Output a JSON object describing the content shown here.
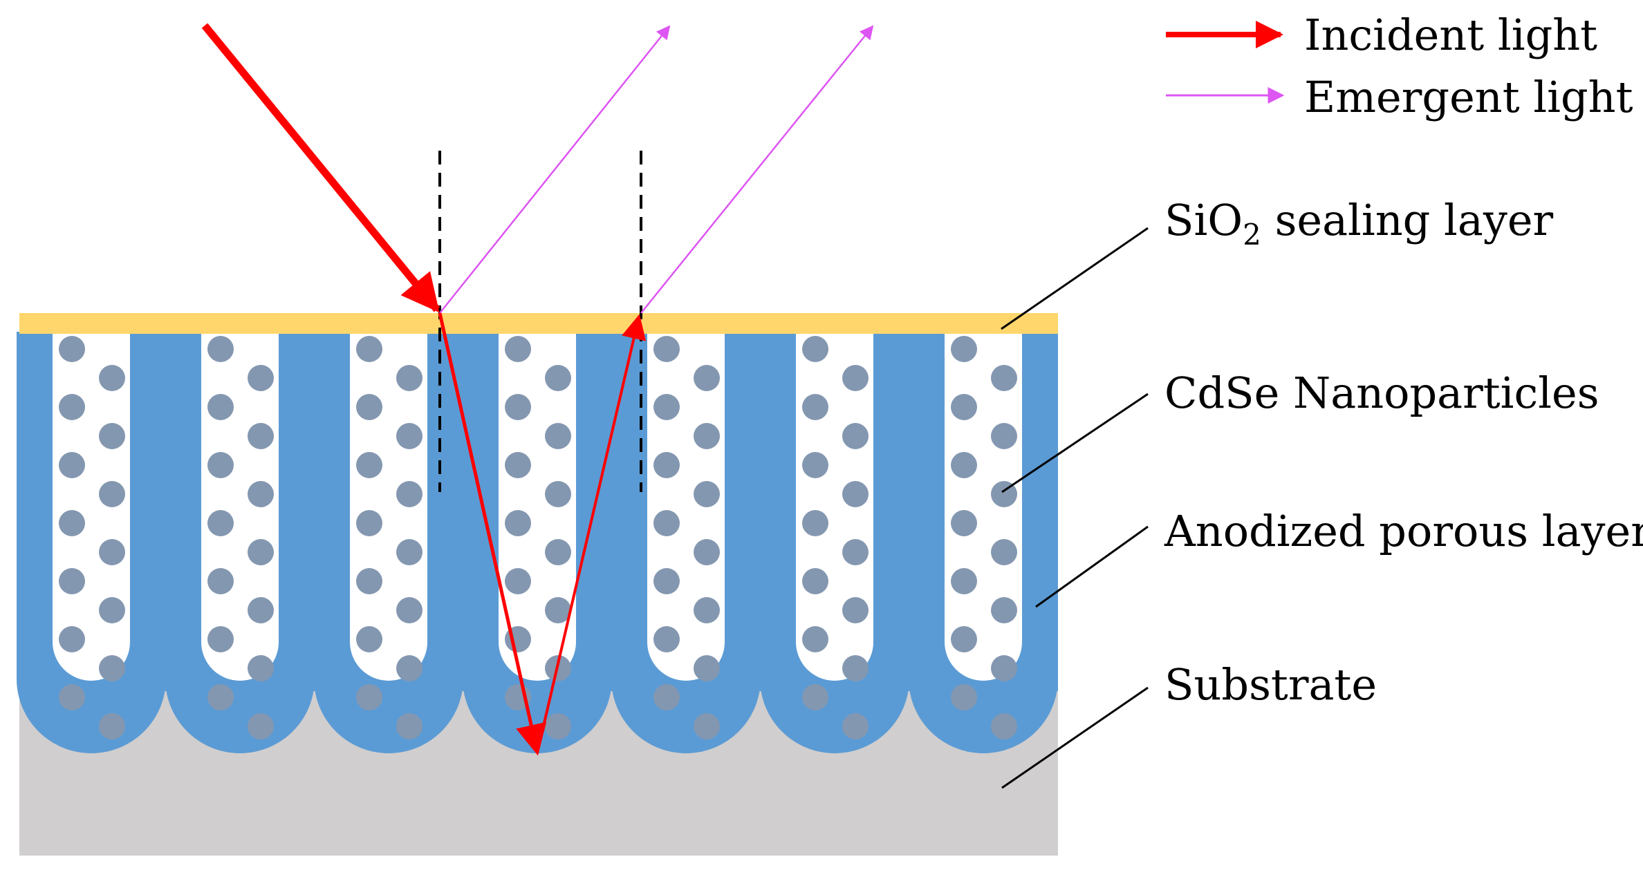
{
  "legend": {
    "incident_label": "Incident light",
    "emergent_label": "Emergent light"
  },
  "labels": {
    "sealing_prefix": "SiO",
    "sealing_subscript": "2",
    "sealing_suffix": " sealing layer",
    "nanoparticles": "CdSe Nanoparticles",
    "porous": "Anodized porous layer",
    "substrate": "Substrate"
  },
  "colors": {
    "sealing_layer": "#FFD66B",
    "porous_layer": "#5B9BD5",
    "substrate": "#D0CECE",
    "nanoparticle": "#8497B0",
    "incident_light": "#FF0000",
    "emergent_light": "#DD55F2",
    "normal_line": "#000000"
  },
  "pore_count": 7
}
